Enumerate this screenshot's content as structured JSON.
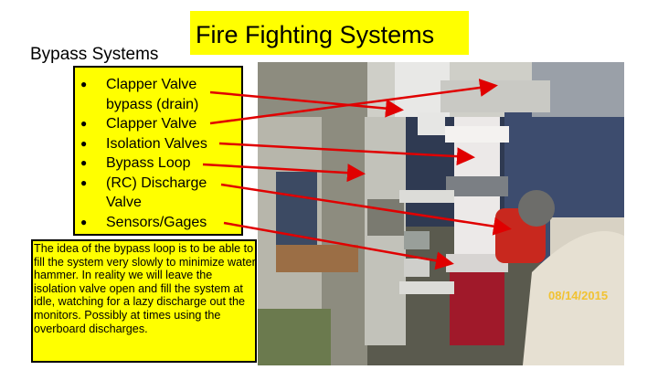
{
  "title": "Fire Fighting Systems",
  "subtitle": "Bypass Systems",
  "bullets": [
    {
      "line1": "Clapper Valve",
      "line2": "bypass (drain)"
    },
    {
      "line1": "Clapper Valve",
      "line2": ""
    },
    {
      "line1": "Isolation Valves",
      "line2": ""
    },
    {
      "line1": "Bypass Loop",
      "line2": ""
    },
    {
      "line1": "(RC) Discharge",
      "line2": "Valve"
    },
    {
      "line1": "Sensors/Gages",
      "line2": ""
    }
  ],
  "bullet_symbol": "●",
  "note": "The idea of the bypass loop is to be able to fill the system very slowly to minimize water hammer.  In reality we will leave the isolation valve open and fill the system at idle, watching for a lazy discharge out the monitors. Possibly at times using the overboard discharges.",
  "photo_timestamp": "08/14/2015",
  "colors": {
    "highlight": "#ffff00",
    "arrow": "#e00000",
    "text": "#000000"
  }
}
